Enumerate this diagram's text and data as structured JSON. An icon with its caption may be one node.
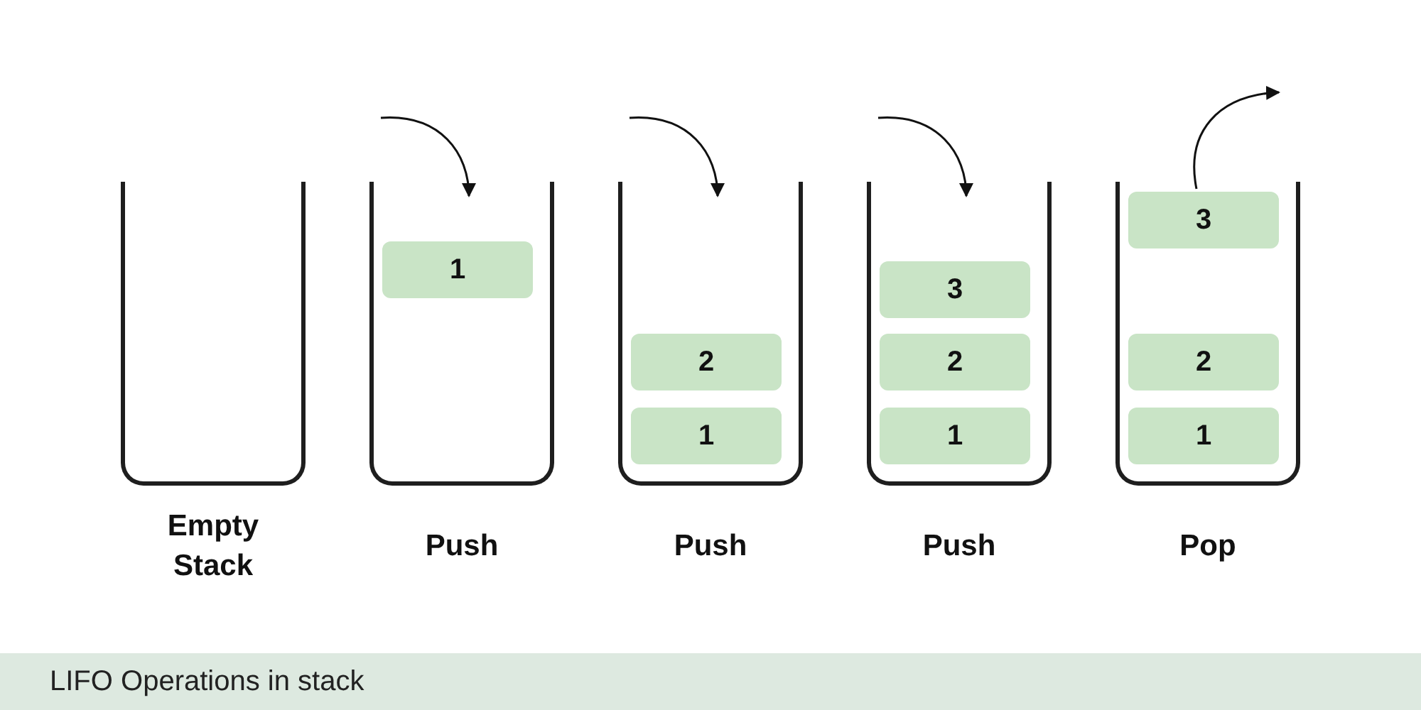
{
  "diagram": {
    "caption": "LIFO Operations in stack",
    "nodes": [
      {
        "text": [],
        "shape": "box",
        "beside": [
          "Empty Stack"
        ]
      },
      {
        "text": [],
        "shape": "box",
        "beside": [
          "Push"
        ]
      },
      {
        "text": [
          "1"
        ],
        "in": 1
      },
      {
        "text": [],
        "shape": "box",
        "beside": [
          "Push"
        ]
      },
      {
        "text": [
          "2"
        ],
        "in": 3
      },
      {
        "text": [
          "1"
        ],
        "in": 3
      },
      {
        "text": [],
        "shape": "box",
        "beside": [
          "Push"
        ]
      },
      {
        "text": [
          "3"
        ],
        "in": 6
      },
      {
        "text": [
          "2"
        ],
        "in": 6
      },
      {
        "text": [
          "1"
        ],
        "in": 6
      },
      {
        "text": [],
        "shape": "box",
        "beside": [
          "Pop"
        ]
      },
      {
        "text": [
          "3"
        ],
        "in": 10
      },
      {
        "text": [
          "2"
        ],
        "in": 10
      },
      {
        "text": [
          "1"
        ],
        "in": 10
      }
    ],
    "edges": [
      {
        "from": null,
        "to": 1,
        "arrow": "to"
      },
      {
        "from": null,
        "to": 3,
        "arrow": "to"
      },
      {
        "from": null,
        "to": 6,
        "arrow": "to"
      },
      {
        "from": 11,
        "to": null,
        "arrow": "to"
      }
    ]
  }
}
